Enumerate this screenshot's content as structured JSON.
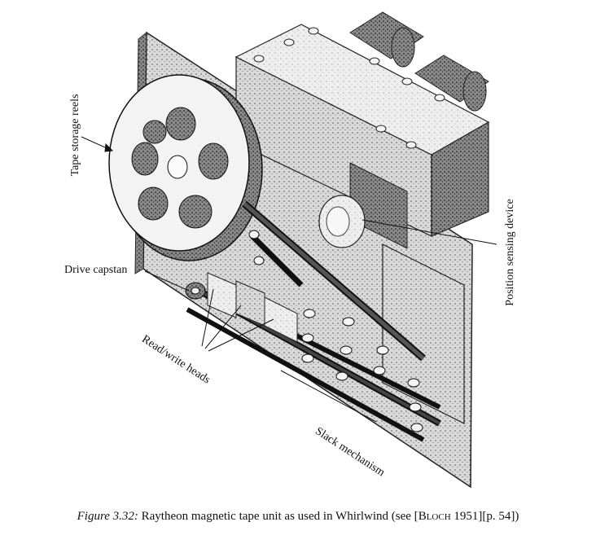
{
  "labels": {
    "tape_storage_reels": "Tape storage reels",
    "drive_capstan": "Drive capstan",
    "read_write_heads": "Read/write heads",
    "position_sensing_device": "Position sensing device",
    "slack_mechanism": "Slack mechanism"
  },
  "caption": {
    "figure_number": "Figure 3.32:",
    "text": " Raytheon magnetic tape unit as used in Whirlwind (see [",
    "cite_author": "Bloch",
    "cite_rest": " 1951][p. 54])"
  }
}
